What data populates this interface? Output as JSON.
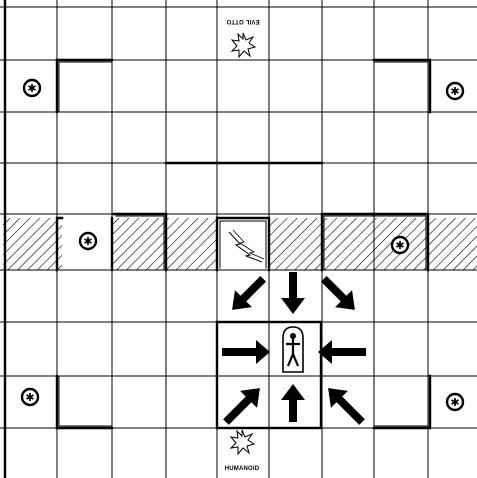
{
  "board": {
    "title": "",
    "cols": 9,
    "rows": 9
  },
  "labels": {
    "top_start": "EVIL OTTO",
    "bottom_start": "HUMANOID"
  },
  "pieces": {
    "player": "humanoid-figure",
    "center_bolt": "lightning-icon",
    "starts": [
      "starburst-icon",
      "starburst-icon"
    ],
    "posts": 6
  },
  "arrows": [
    "down-right",
    "down",
    "down-left",
    "right",
    "left",
    "up-right",
    "up",
    "up-left"
  ],
  "colors": {
    "ink": "#000000",
    "paper": "#ffffff"
  }
}
